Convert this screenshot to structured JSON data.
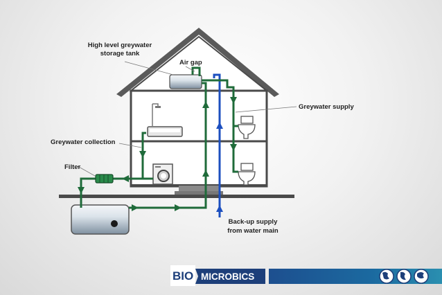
{
  "labels": {
    "storage_tank": [
      "High level greywater",
      "storage tank"
    ],
    "air_gap": "Air gap",
    "greywater_supply": "Greywater supply",
    "greywater_collection": "Greywater collection",
    "filter": "Filter",
    "backup_supply": [
      "Back-up supply",
      "from water main"
    ]
  },
  "logo": {
    "part1": "BIO",
    "part2": "MICROBICS"
  },
  "colors": {
    "greywater": "#1f6b3a",
    "freshwater": "#1c4fbf",
    "house": "#4a4a4a",
    "banner": "#1d3f7a"
  }
}
